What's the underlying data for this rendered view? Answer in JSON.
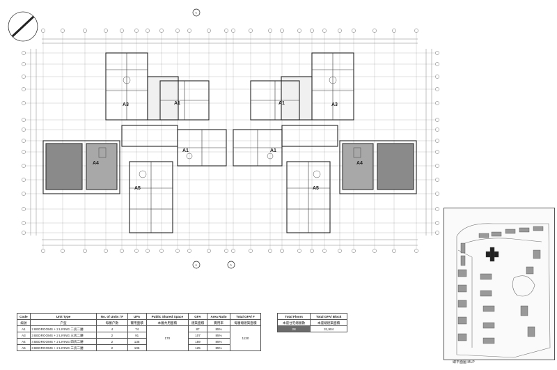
{
  "plan": {
    "unit_labels": [
      "A1",
      "A1",
      "A1",
      "A1",
      "A3",
      "A3",
      "A4",
      "A4",
      "A5",
      "A5"
    ],
    "section_marks": [
      "C",
      "A",
      "A"
    ]
  },
  "unit_table": {
    "headers": {
      "code": "Code",
      "code_cn": "編號",
      "unit_type": "Unit Type",
      "unit_type_cn": "户型",
      "units": "No. of Units / F",
      "units_cn": "每層户數",
      "ufa": "UFA",
      "ufa_cn": "實用面積",
      "public": "Public Shared Space",
      "public_cn": "本層共用面積",
      "gfa": "GFA",
      "gfa_cn": "建築面積",
      "ratio": "Area Ratio",
      "ratio_cn": "實用率",
      "total": "Total GFA/ F",
      "total_cn": "每層總建築面積"
    },
    "rows": [
      {
        "code": "A1",
        "type": "2 BEDROOMS + 2 LIVING 二房二廳",
        "units": "4",
        "ufa": "74",
        "gfa": "87",
        "ratio": "85%"
      },
      {
        "code": "A3",
        "type": "3 BEDROOMS + 2 LIVING 三房二廳",
        "units": "2",
        "ufa": "91",
        "gfa": "107",
        "ratio": "85%"
      },
      {
        "code": "A4",
        "type": "4 BEDROOMS + 2 LIVING 四房二廳",
        "units": "2",
        "ufa": "135",
        "gfa": "159",
        "ratio": "85%"
      },
      {
        "code": "A5",
        "type": "3 BEDROOMS + 2 LIVING 三房二廳",
        "units": "2",
        "ufa": "106",
        "gfa": "125",
        "ratio": "85%"
      }
    ],
    "public_value": "170",
    "total_value": "1130"
  },
  "summary_table": {
    "floors_header": "Total Floors",
    "gfa_header": "Total GFA/ Block",
    "floors_cn": "本座住宅總層數",
    "gfa_cn": "本座總建築面積",
    "floors_value": "28",
    "gfa_value": "31,904"
  },
  "site_plan": {
    "caption": "總平面圖 MLP"
  }
}
